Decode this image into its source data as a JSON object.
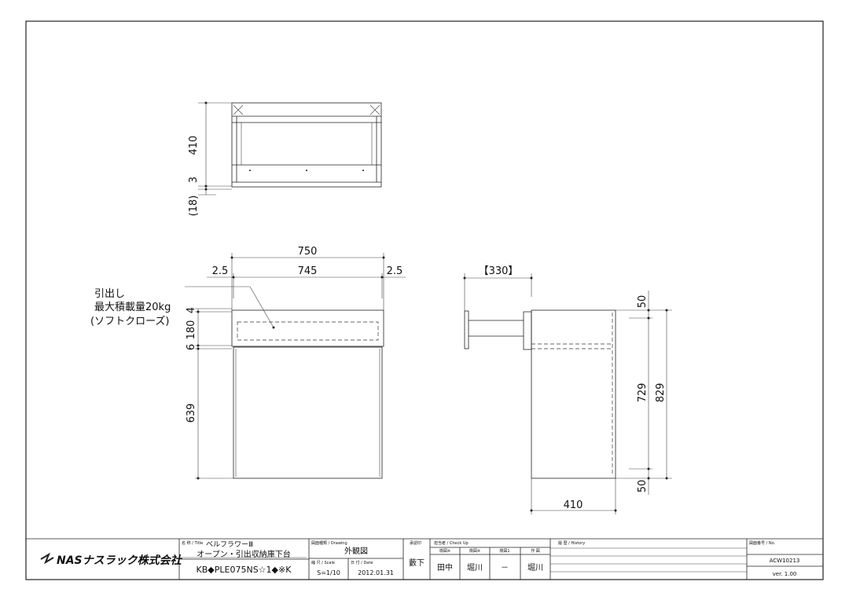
{
  "front_view": {
    "dims": {
      "overall_width": "750",
      "inner_width": "745",
      "side_left": "2.5",
      "side_right": "2.5",
      "drawer_gap_top": "4",
      "drawer_height": "180",
      "drawer_gap_bottom": "6",
      "lower_height": "639"
    },
    "note": {
      "line1": "引出し",
      "line2": "最大積載量20kg",
      "line3": "(ソフトクローズ)"
    }
  },
  "top_view": {
    "dims": {
      "depth": "410",
      "top": "3",
      "offset": "(18)"
    }
  },
  "side_view": {
    "dims": {
      "drawer_travel": "【330】",
      "top_margin": "50",
      "inner_height": "729",
      "overall_height": "829",
      "bottom_margin": "50",
      "depth": "410"
    }
  },
  "title_block": {
    "company": "NASナスラック株式会社",
    "title_label": "名 称 / Title",
    "series": "ベルフラワーⅢ",
    "product_name": "オープン・引出収納庫下台",
    "model_code": "KB◆PLE075NS☆1◆※K",
    "drawing_label": "図面種類 / Drawing",
    "drawing_type": "外観図",
    "scale_label": "縮 尺 / Scale",
    "scale": "S=1/10",
    "date_label": "日 付 / Date",
    "date": "2012.01.31",
    "issued_label": "承認印",
    "issued_by": "藪下",
    "check_label": "担当者 / Check Up",
    "check_cols": [
      "検図※",
      "検図※",
      "検図1",
      "作 図"
    ],
    "check_names": [
      "田中",
      "堀川",
      "－",
      "堀川"
    ],
    "history_label": "履 歴 / History",
    "number_label": "図面番号 / No.",
    "drawing_no": "ACW10213",
    "version": "ver. 1.00"
  }
}
